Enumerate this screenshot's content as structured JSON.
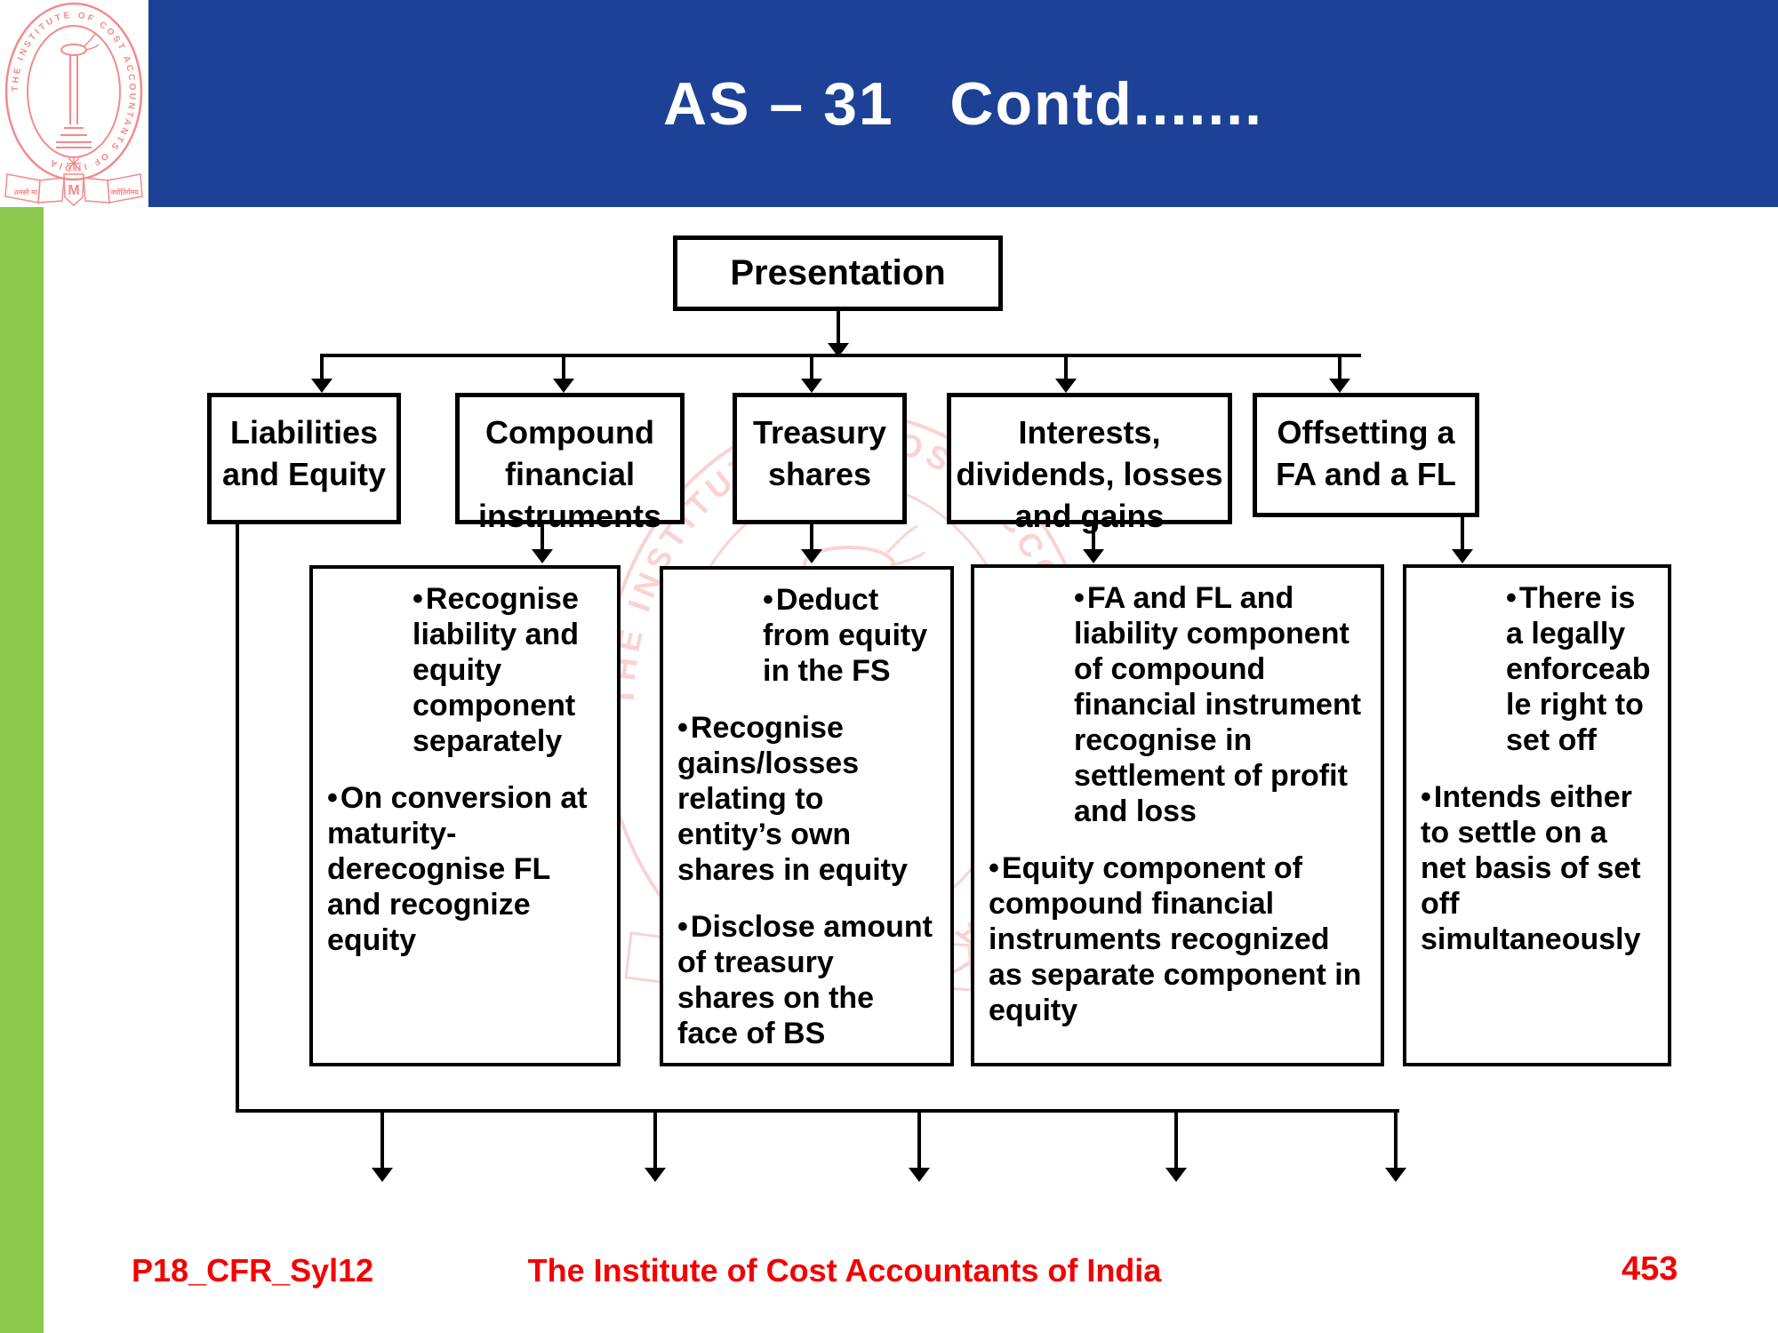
{
  "slide": {
    "title": "AS – 31   Contd.......",
    "colors": {
      "header_blue": "#1C4197",
      "stripe_green": "#8DC84F",
      "footer_red": "#F40000",
      "logo_pink": "#F48A8A",
      "line_black": "#000000"
    },
    "footer": {
      "course_code": "P18_CFR_Syl12",
      "institute": "The Institute of Cost Accountants of India",
      "page_number": "453"
    }
  },
  "logo": {
    "ring_text": "THE INSTITUTE OF COST ACCOUNTANTS OF INDIA",
    "banner_left": "तमसो मा",
    "banner_right": "ज्योतिर्गमय",
    "monogram": "M"
  },
  "watermark": {
    "ring_text": "THE INSTITUTE OF COST ACCOUNTANTS OF INDIA"
  },
  "flowchart": {
    "root_label": "Presentation",
    "branches": [
      {
        "label": "Liabilities and Equity"
      },
      {
        "label": "Compound financial instruments"
      },
      {
        "label": "Treasury shares"
      },
      {
        "label": "Interests, dividends, losses and gains"
      },
      {
        "label": "Offsetting a FA and a FL"
      }
    ],
    "detail_boxes": [
      {
        "bullets": [
          "Recognise liability and equity component separately",
          "On conversion at maturity- derecognise FL and recognize equity"
        ]
      },
      {
        "bullets": [
          "Deduct from equity in the FS",
          "Recognise gains/losses relating to entity’s own shares in equity",
          "Disclose amount of treasury shares on the face of BS"
        ]
      },
      {
        "bullets": [
          "FA and FL and liability component of compound financial instrument recognise in settlement of profit and loss",
          "Equity component of compound financial instruments recognized as separate component in equity"
        ]
      },
      {
        "bullets": [
          "There is a legally enforceable right to set off",
          "Intends either to settle on a net basis of set off simultaneously"
        ]
      }
    ]
  }
}
